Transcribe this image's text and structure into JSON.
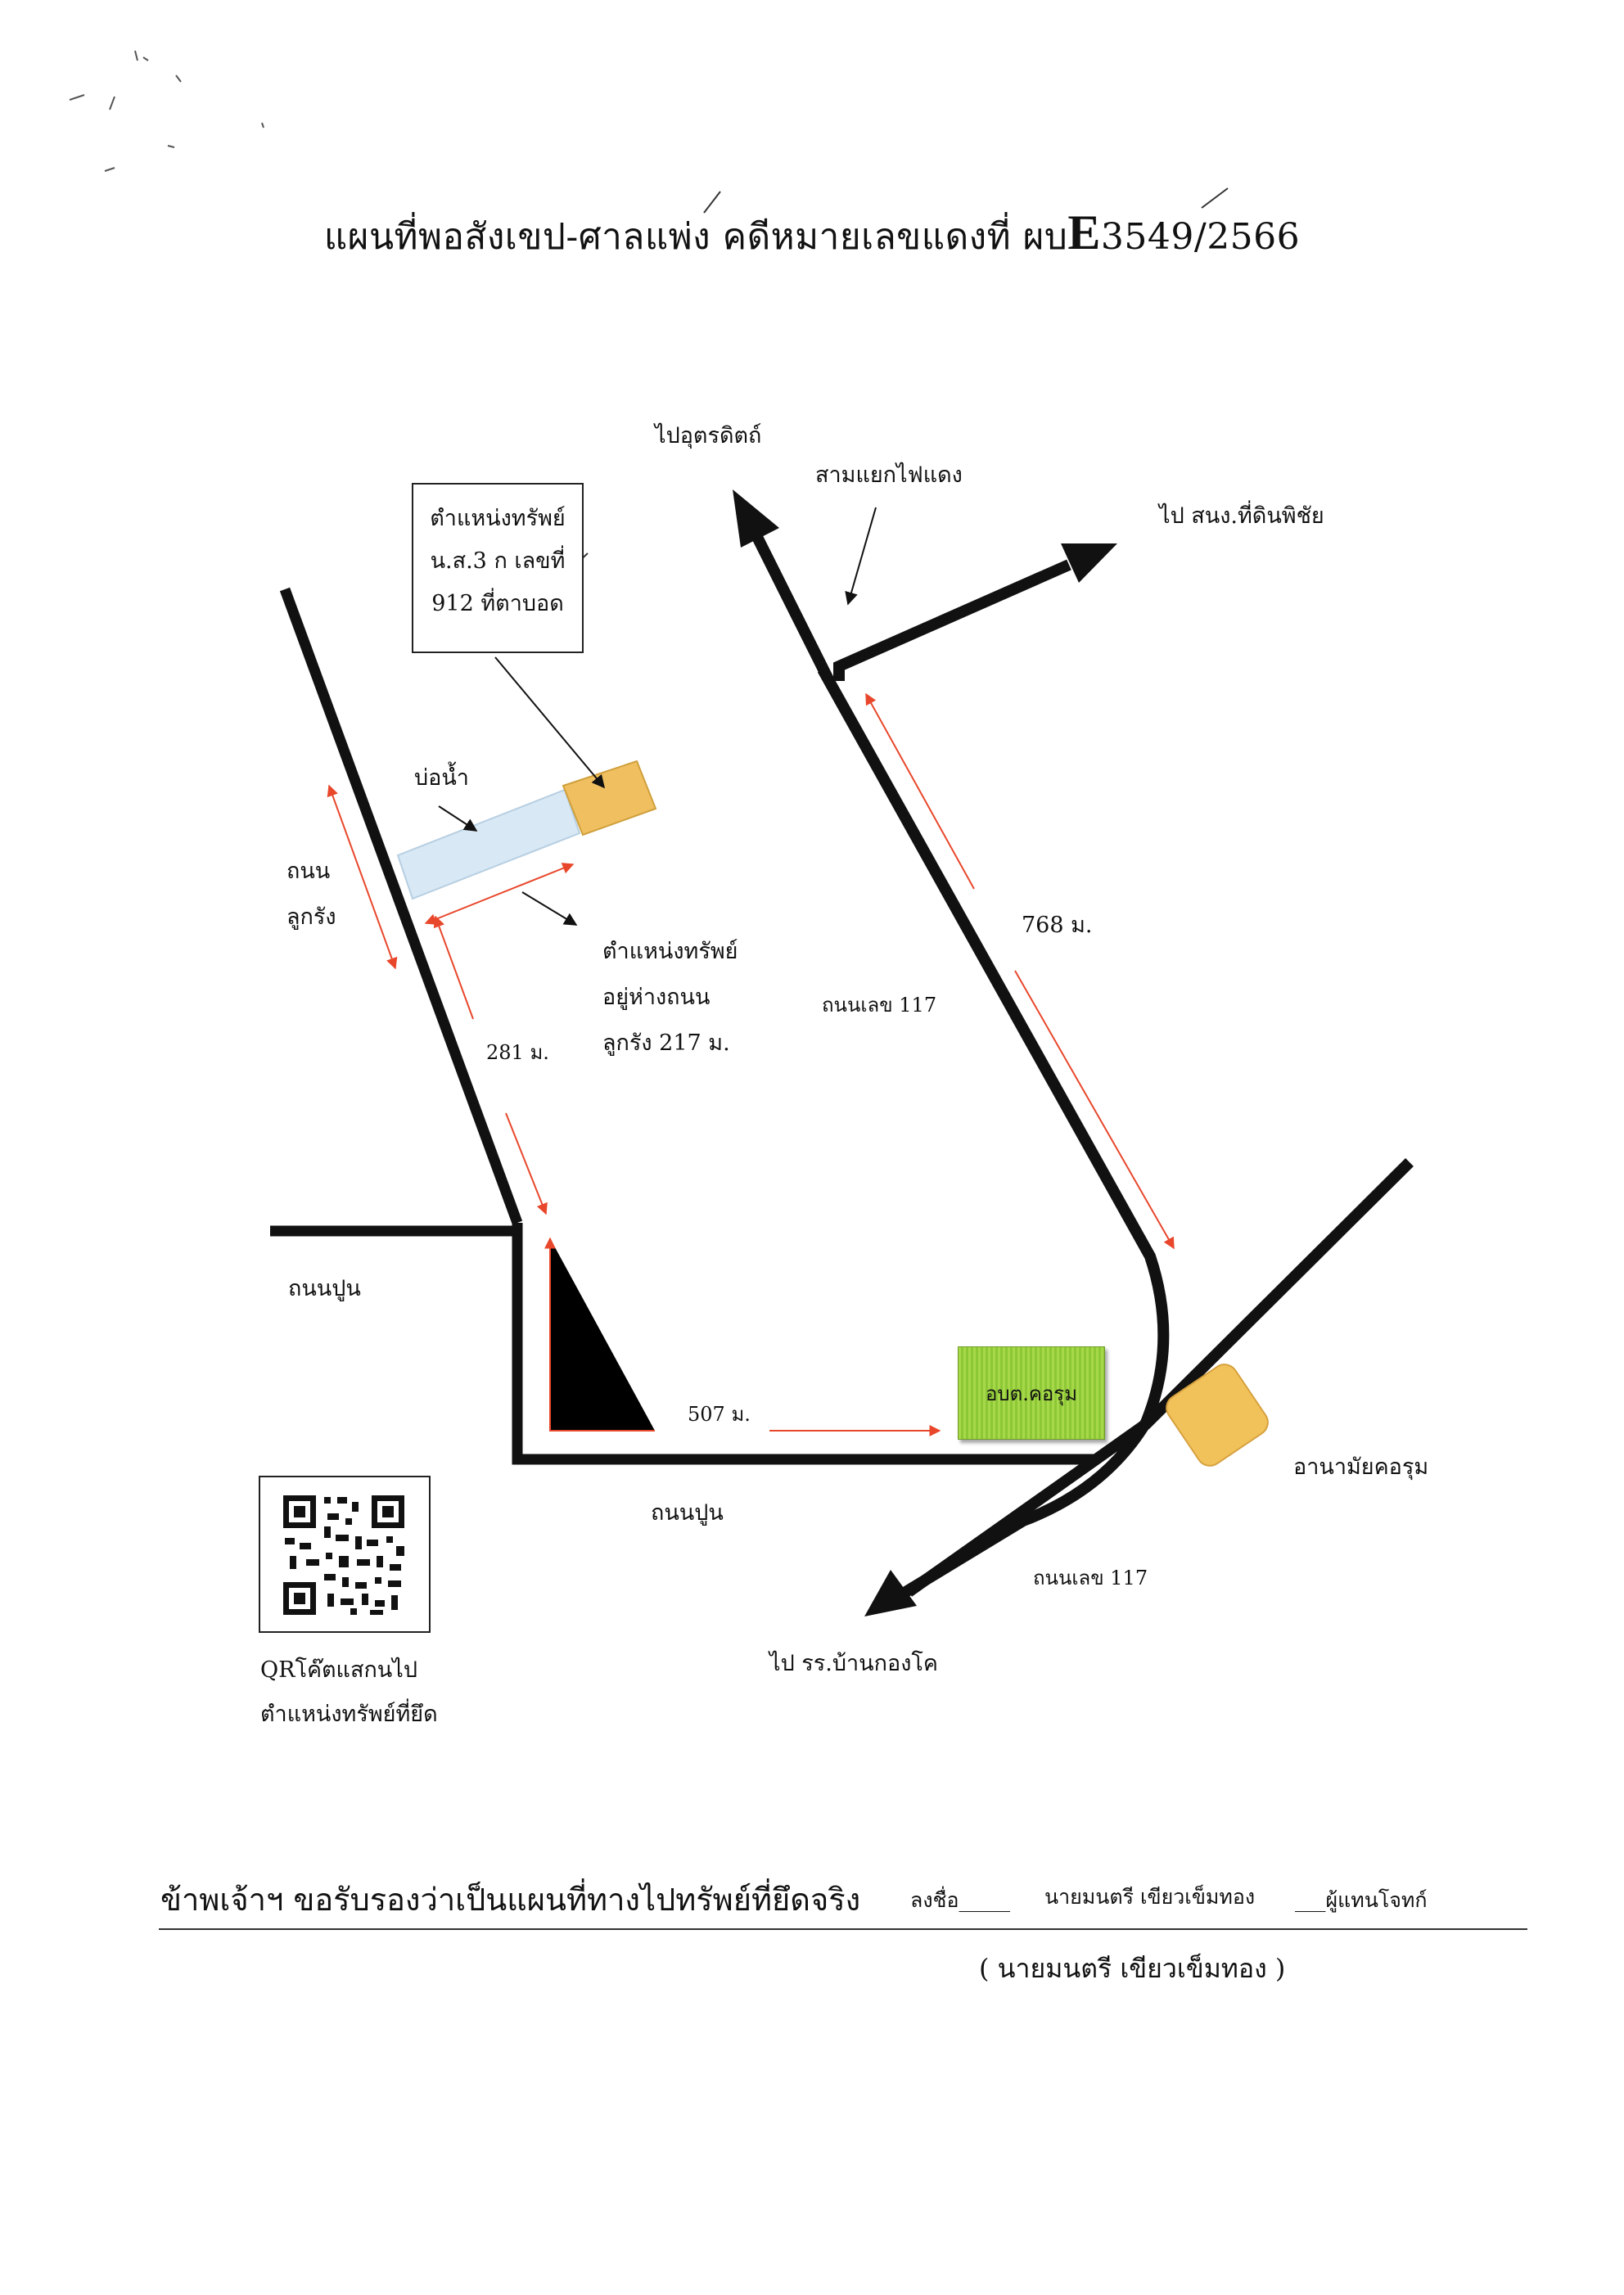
{
  "title": {
    "text": "แผนที่พอสังเขป-ศาลแพ่ง คดีหมายเลขแดงที่ ผบ",
    "case_letter": "E",
    "case_number": "3549/2566"
  },
  "map": {
    "labels": {
      "to_uttaradit": "ไปอุตรดิตถ์",
      "traffic_junction": "สามแยกไฟแดง",
      "to_land_office": "ไป สนง.ที่ดินพิชัย",
      "pond": "บ่อน้ำ",
      "road_lukrung_line1": "ถนน",
      "road_lukrung_line2": "ลูกรัง",
      "distance_768": "768 ม.",
      "road_117_upper": "ถนนเลข 117",
      "property_distance_line1": "ตำแหน่งทรัพย์",
      "property_distance_line2": "อยู่ห่างถนน",
      "property_distance_line3": "ลูกรัง 217 ม.",
      "distance_281": "281 ม.",
      "road_poon_left": "ถนนปูน",
      "distance_507": "507 ม.",
      "sao_korum": "อบต.คอรุม",
      "health_station": "อานามัยคอรุม",
      "road_poon_bottom": "ถนนปูน",
      "road_117_lower": "ถนนเลข 117",
      "to_school": "ไป รร.บ้านกองโค",
      "qr_caption_line1": "QRโค๊ตแสกนไป",
      "qr_caption_line2": "ตำแหน่งทรัพย์ที่ยึด"
    },
    "callout": {
      "line1": "ตำแหน่งทรัพย์",
      "line2": "น.ส.3 ก เลขที่",
      "line3": "912 ที่ตาบอด"
    },
    "colors": {
      "road": "#111111",
      "distance_arrow": "#e8472b",
      "property_fill": "#f0c060",
      "pond_fill": "#d8e8f4",
      "sao_fill": "#9ed144",
      "health_fill": "#f2c25a"
    }
  },
  "footer": {
    "certification": "ข้าพเจ้าฯ ขอรับรองว่าเป็นแผนที่ทางไปทรัพย์ที่ยึดจริง",
    "sign_label": "ลงชื่อ_____",
    "signer": "นายมนตรี เขียวเข็มทอง",
    "role": "___ผู้แทนโจทก์",
    "printed_name": "( นายมนตรี เขียวเข็มทอง )"
  }
}
